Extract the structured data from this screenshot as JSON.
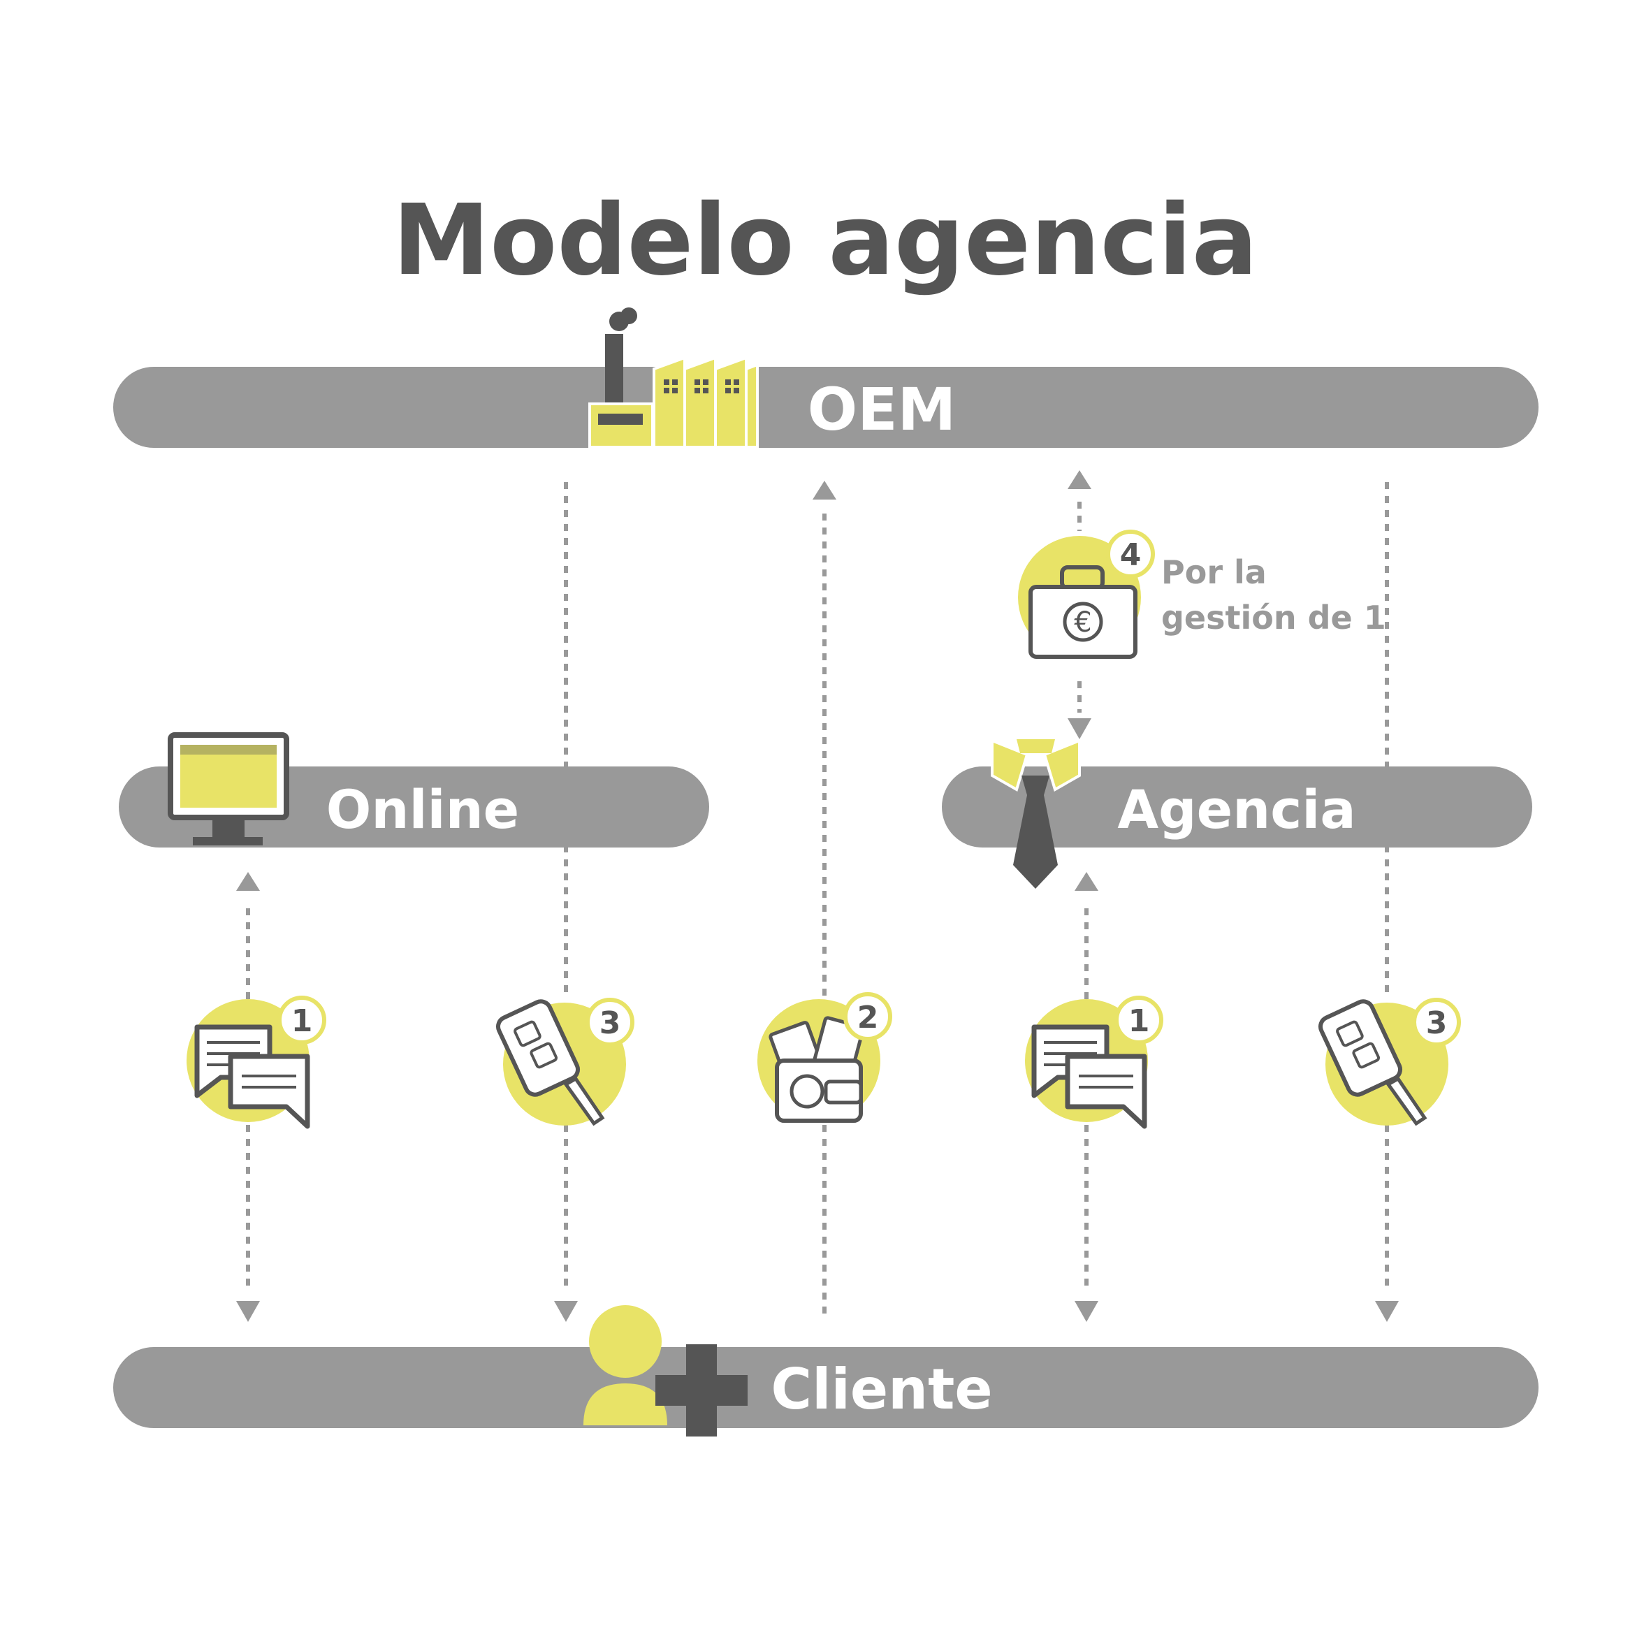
{
  "title": "Modelo agencia",
  "colors": {
    "bar": "#999999",
    "accent": "#e8e367",
    "dark": "#555555",
    "arrow": "#999999",
    "badge_ring": "#e8e367"
  },
  "bars": {
    "oem": "OEM",
    "online": "Online",
    "agencia": "Agencia",
    "cliente": "Cliente"
  },
  "bar_icons": {
    "oem": "factory-icon",
    "online": "monitor-icon",
    "agencia": "shirt-tie-icon",
    "cliente": "person-plus-icon"
  },
  "steps": [
    {
      "id": "online-info",
      "number": "1",
      "icon": "chat-bubbles-icon"
    },
    {
      "id": "online-keys",
      "number": "3",
      "icon": "car-key-icon"
    },
    {
      "id": "payment",
      "number": "2",
      "icon": "wallet-money-icon"
    },
    {
      "id": "agencia-info",
      "number": "1",
      "icon": "chat-bubbles-icon"
    },
    {
      "id": "agencia-keys",
      "number": "3",
      "icon": "car-key-icon"
    },
    {
      "id": "commission",
      "number": "4",
      "icon": "briefcase-euro-icon"
    }
  ],
  "commission_note": [
    "Por la",
    "gestión de 1"
  ]
}
